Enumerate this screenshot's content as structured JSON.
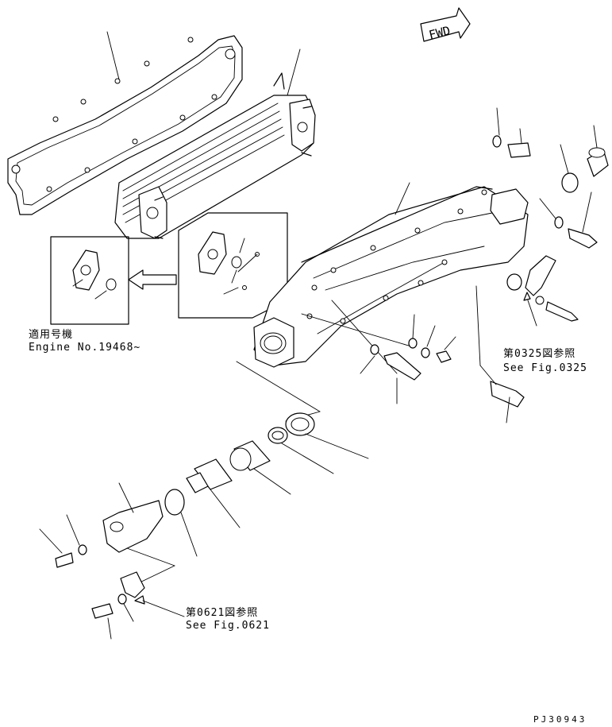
{
  "fwd_label": "FWD",
  "applicable_title_jp": "適用号機",
  "applicable_engine": "Engine No.19468~",
  "ref_0325_jp": "第0325図参照",
  "ref_0325_en": "See Fig.0325",
  "ref_0621_jp": "第0621図参照",
  "ref_0621_en": "See Fig.0621",
  "drawing_number": "PJ30943"
}
